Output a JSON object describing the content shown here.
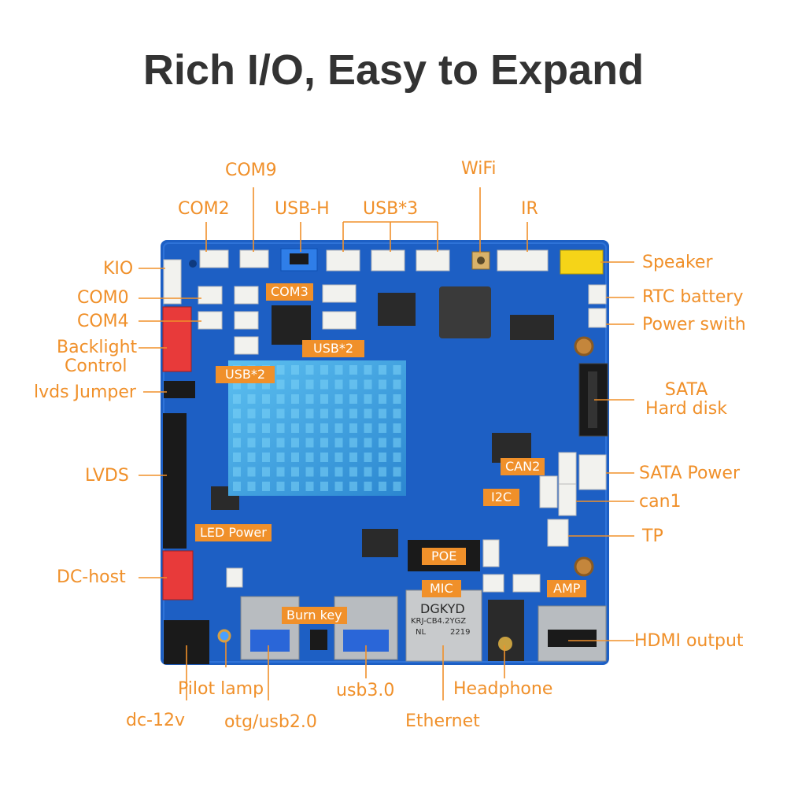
{
  "title": "Rich I/O, Easy to Expand",
  "labels": {
    "com9": "COM9",
    "wifi": "WiFi",
    "com2": "COM2",
    "usb_h": "USB-H",
    "usb3": "USB*3",
    "ir": "IR",
    "kio": "KIO",
    "speaker": "Speaker",
    "com0": "COM0",
    "rtc_battery": "RTC battery",
    "com4": "COM4",
    "power_switch": "Power swith",
    "backlight": "Backlight",
    "control": "Control",
    "lvds_jumper": "lvds Jumper",
    "sata_line1": "SATA",
    "sata_line2": "Hard disk",
    "lvds": "LVDS",
    "sata_power": "SATA Power",
    "can1": "can1",
    "tp": "TP",
    "dc_host": "DC-host",
    "hdmi_output": "HDMI output",
    "pilot_lamp": "Pilot lamp",
    "usb30": "usb3.0",
    "headphone": "Headphone",
    "dc12v": "dc-12v",
    "otg_usb20": "otg/usb2.0",
    "ethernet": "Ethernet"
  },
  "tags": {
    "com3": "COM3",
    "usb2_right": "USB*2",
    "usb2_left": "USB*2",
    "can2": "CAN2",
    "i2c": "I2C",
    "led_power": "LED Power",
    "poe": "POE",
    "mic": "MIC",
    "amp": "AMP",
    "burn_key": "Burn key"
  },
  "ethernet_jack": {
    "brand": "DGKYD",
    "model": "KRJ-CB4.2YGZ",
    "nl": "NL",
    "code": "2219"
  },
  "colors": {
    "accent": "#f0902a",
    "title": "#333333",
    "board": "#1d5fc4",
    "heatsink": "#3aa6e6"
  }
}
